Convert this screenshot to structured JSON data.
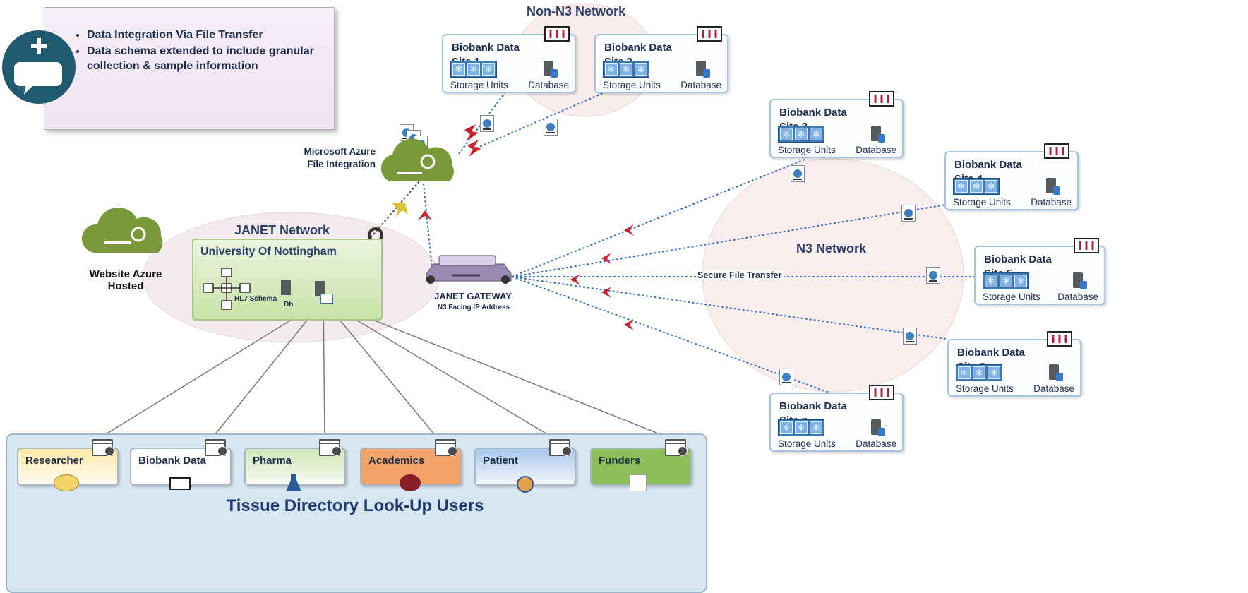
{
  "callout": {
    "bullets": [
      "Data Integration Via File Transfer",
      "Data schema extended to include granular collection & sample information"
    ]
  },
  "networks": {
    "non_n3": "Non-N3 Network",
    "n3": "N3 Network",
    "janet": "JANET Network"
  },
  "azure_file": "Microsoft Azure\nFile Integration",
  "website_azure": "Website Azure\nHosted",
  "university": {
    "title": "University Of Nottingham",
    "hl7_label": "HL7 Schema",
    "db_label": "Db"
  },
  "gateway": {
    "title": "JANET GATEWAY",
    "subtitle": "N3 Facing IP Address"
  },
  "secure_transfer_label": "Secure File Transfer",
  "sites": [
    {
      "title": "Biobank Data\nSite 1",
      "storage": "Storage Units",
      "database": "Database"
    },
    {
      "title": "Biobank Data\nSite 2",
      "storage": "Storage Units",
      "database": "Database"
    },
    {
      "title": "Biobank Data\nSite 3",
      "storage": "Storage Units",
      "database": "Database"
    },
    {
      "title": "Biobank Data\nSite 4",
      "storage": "Storage Units",
      "database": "Database"
    },
    {
      "title": "Biobank Data\nSite 5",
      "storage": "Storage Units",
      "database": "Database"
    },
    {
      "title": "Biobank Data\nSite 6",
      "storage": "Storage Units",
      "database": "Database"
    },
    {
      "title": "Biobank Data\nSite n",
      "storage": "Storage Units",
      "database": "Database"
    }
  ],
  "users": {
    "title": "Tissue Directory Look-Up Users",
    "cards": [
      {
        "label": "Researcher",
        "color": "#fde9a8"
      },
      {
        "label": "Biobank Data",
        "color": "#ffffff"
      },
      {
        "label": "Pharma",
        "color": "#cfe6b6"
      },
      {
        "label": "Academics",
        "color": "#f2a36a"
      },
      {
        "label": "Patient",
        "color": "#a8c8ec"
      },
      {
        "label": "Funders",
        "color": "#8cbf5a"
      }
    ]
  },
  "colors": {
    "dotted_link": "#3b6fc3",
    "arrow_red": "#c8232c",
    "cloud_green": "#7a9a3a",
    "bubble_teal": "#1f5a6e"
  }
}
